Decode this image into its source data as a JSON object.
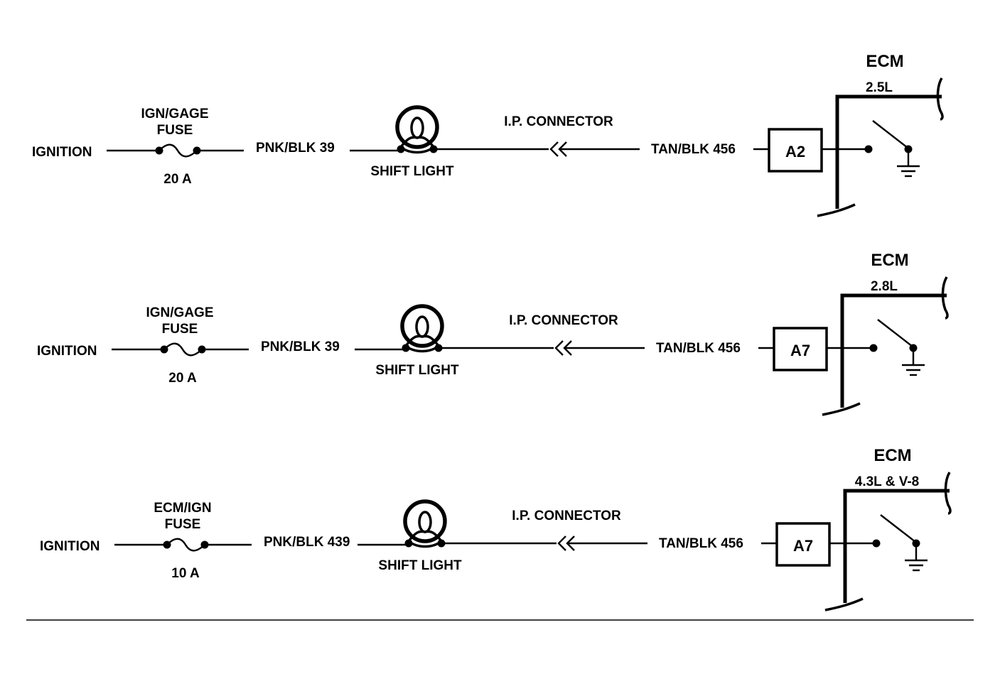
{
  "circuits": [
    {
      "source": "IGNITION",
      "fuse_name_line1": "IGN/GAGE",
      "fuse_name_line2": "FUSE",
      "fuse_rating": "20 A",
      "wire_in": "PNK/BLK 39",
      "lamp": "SHIFT LIGHT",
      "connector": "I.P. CONNECTOR",
      "wire_out": "TAN/BLK 456",
      "pin": "A2",
      "module": "ECM",
      "engine": "2.5L"
    },
    {
      "source": "IGNITION",
      "fuse_name_line1": "IGN/GAGE",
      "fuse_name_line2": "FUSE",
      "fuse_rating": "20 A",
      "wire_in": "PNK/BLK 39",
      "lamp": "SHIFT LIGHT",
      "connector": "I.P. CONNECTOR",
      "wire_out": "TAN/BLK 456",
      "pin": "A7",
      "module": "ECM",
      "engine": "2.8L"
    },
    {
      "source": "IGNITION",
      "fuse_name_line1": "ECM/IGN",
      "fuse_name_line2": "FUSE",
      "fuse_rating": "10 A",
      "wire_in": "PNK/BLK 439",
      "lamp": "SHIFT LIGHT",
      "connector": "I.P. CONNECTOR",
      "wire_out": "TAN/BLK 456",
      "pin": "A7",
      "module": "ECM",
      "engine": "4.3L & V-8"
    }
  ]
}
